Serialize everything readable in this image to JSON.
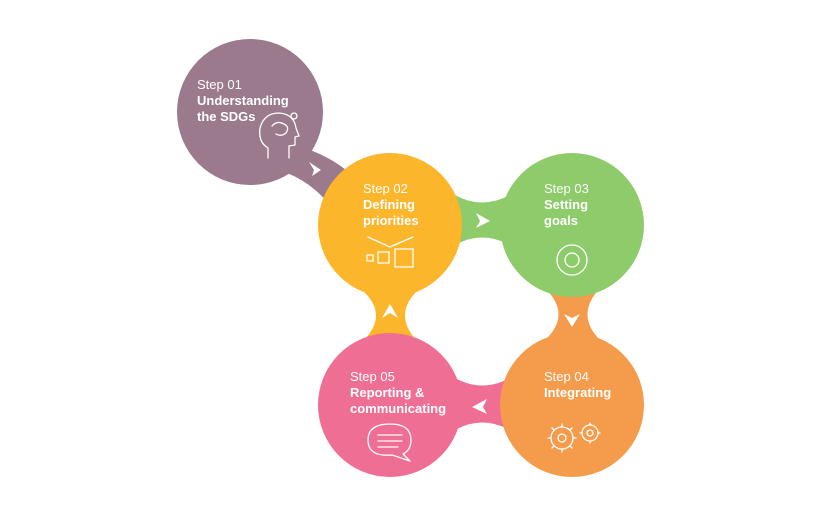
{
  "colors": {
    "step1": "#9a7a8c",
    "step2": "#fbb62b",
    "step3": "#8dcb6b",
    "step4": "#f59b4c",
    "step5": "#ef6e94"
  },
  "steps": [
    {
      "number": "Step 01",
      "title_line1": "Understanding",
      "title_line2": "the SDGs",
      "icon": "head-idea-icon"
    },
    {
      "number": "Step 02",
      "title_line1": "Defining",
      "title_line2": "priorities",
      "icon": "priority-boxes-icon"
    },
    {
      "number": "Step 03",
      "title_line1": "Setting",
      "title_line2": "goals",
      "icon": "target-icon"
    },
    {
      "number": "Step 04",
      "title_line1": "Integrating",
      "title_line2": "",
      "icon": "gears-icon"
    },
    {
      "number": "Step 05",
      "title_line1": "Reporting &",
      "title_line2": "communicating",
      "icon": "chat-bubble-icon"
    }
  ]
}
